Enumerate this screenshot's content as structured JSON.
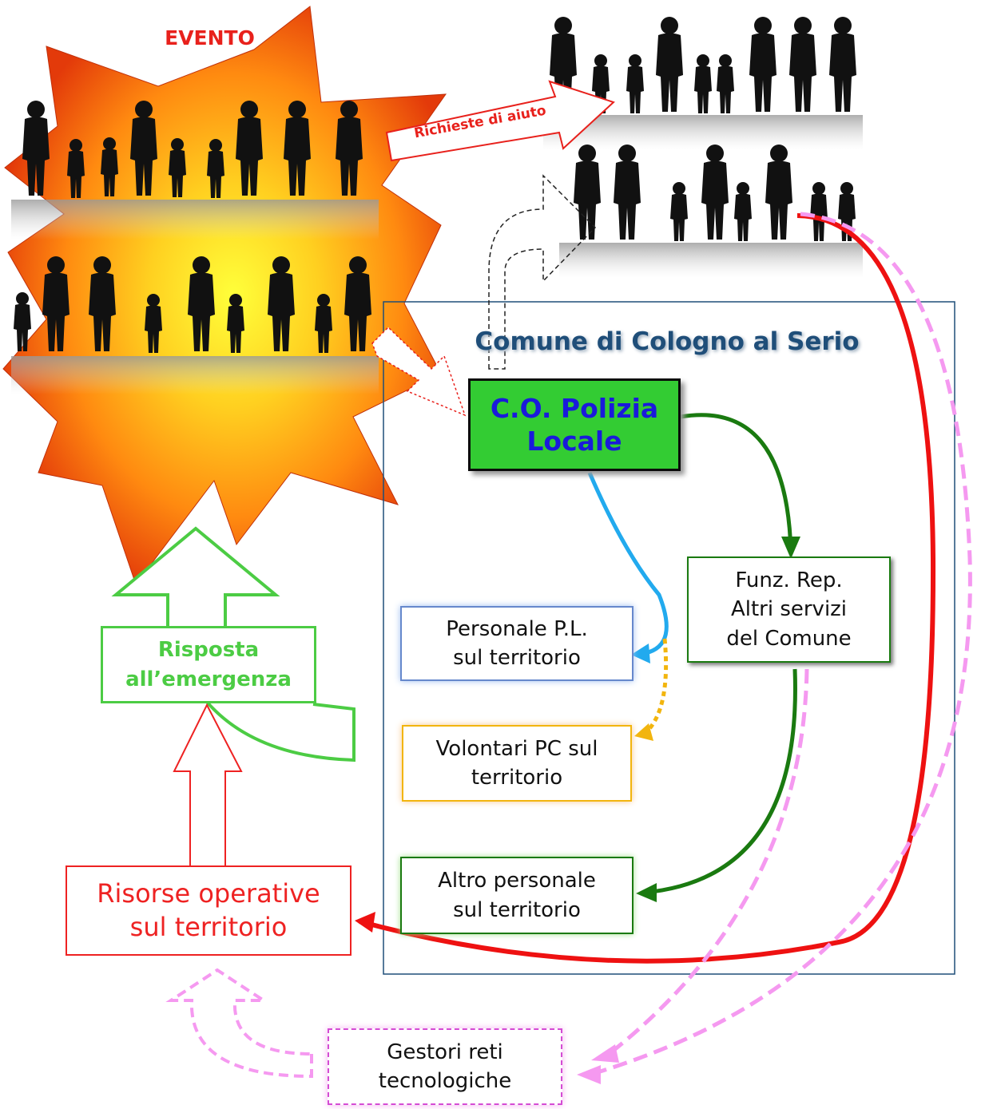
{
  "event_label": "EVENTO",
  "help_requests_label": "Richieste di aiuto",
  "municipality_title": "Comune di Cologno al Serio",
  "nodes": {
    "control_room": "C.O. Polizia\nLocale",
    "other_services": "Funz. Rep.\nAltri servizi\ndel Comune",
    "local_police_staff": "Personale P.L.\nsul territorio",
    "civil_protection_volunteers": "Volontari PC sul\nterritorio",
    "other_staff": "Altro personale\nsul territorio",
    "emergency_response": "Risposta\nall’emergenza",
    "operational_resources": "Risorse operative\nsul territorio",
    "network_operators": "Gestori reti\ntecnologiche"
  },
  "colors": {
    "event_text": "#e8211c",
    "title_text": "#1f4e79",
    "control_room_fill": "#33cc33",
    "control_room_text": "#1a1adb",
    "response_green": "#4ccc44",
    "resources_red": "#ee2222",
    "flow_dark_green": "#1a7a10",
    "flow_blue": "#22aaee",
    "flow_orange": "#f2b50e",
    "flow_red": "#ee1111",
    "flow_pink": "#f599f0"
  }
}
